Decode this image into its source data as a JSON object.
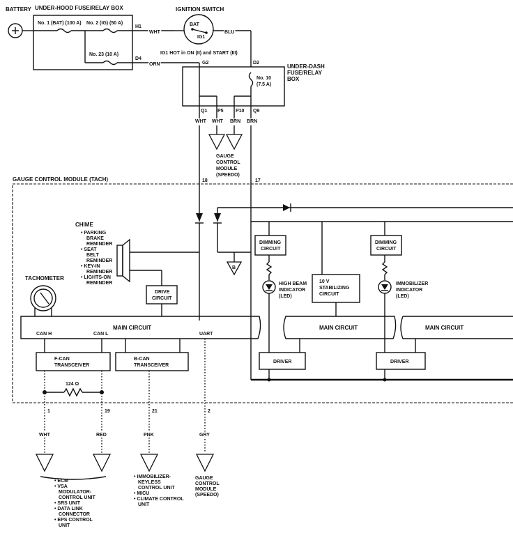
{
  "battery": "BATTERY",
  "underhood_box": "UNDER-HOOD FUSE/RELAY BOX",
  "fuse_bat": "No. 1 (BAT) (100 A)",
  "fuse_ig": "No. 2 (IG) (50 A)",
  "fuse_23": "No. 23 (10 A)",
  "h1": "H1",
  "d4": "D4",
  "wht": "WHT",
  "orn": "ORN",
  "blu": "BLU",
  "ignition_switch": "IGNITION SWITCH",
  "bat": "BAT",
  "ig1": "IG1",
  "ig1_note": "IG1 HOT in ON (II) and START (III)",
  "g2": "G2",
  "d2": "D2",
  "underdash_box": [
    "UNDER-DASH",
    "FUSE/RELAY",
    "BOX"
  ],
  "fuse_10": [
    "No. 10",
    "(7.5 A)"
  ],
  "pins": [
    "Q1",
    "P5",
    "P10",
    "Q9"
  ],
  "pin_colors": [
    "WHT",
    "WHT",
    "BRN",
    "BRN"
  ],
  "gauge_speedo": [
    "GAUGE",
    "CONTROL",
    "MODULE",
    "(SPEEDO)"
  ],
  "gauge_tach": "GAUGE CONTROL MODULE (TACH)",
  "pin18": "18",
  "pin17": "17",
  "chime": "CHIME",
  "chime_items": [
    "• PARKING",
    "BRAKE",
    "REMINDER",
    "• SEAT",
    "BELT",
    "REMINDER",
    "• KEY-IN",
    "REMINDER",
    "• LIGHTS-ON",
    "REMINDER"
  ],
  "b_ref": "B",
  "tachometer": "TACHOMETER",
  "drive_circuit": [
    "DRIVE",
    "CIRCUIT"
  ],
  "main_circuit": "MAIN CIRCUIT",
  "can_h": "CAN H",
  "can_l": "CAN L",
  "uart": "UART",
  "fcan": [
    "F-CAN",
    "TRANSCEIVER"
  ],
  "bcan": [
    "B-CAN",
    "TRANSCEIVER"
  ],
  "resistor": "124 Ω",
  "dimming": [
    "DIMMING",
    "CIRCUIT"
  ],
  "high_beam": [
    "HIGH BEAM",
    "INDICATOR",
    "(LED)"
  ],
  "stabilizing": [
    "10 V",
    "STABILIZING",
    "CIRCUIT"
  ],
  "immobilizer_ind": [
    "IMMOBILIZER",
    "INDICATOR",
    "(LED)"
  ],
  "driver": "DRIVER",
  "bottom_pins": [
    "1",
    "19",
    "21",
    "2"
  ],
  "bottom_colors": [
    "WHT",
    "RED",
    "PNK",
    "GRY"
  ],
  "ecm_list": [
    "• ECM",
    "• VSA",
    "MODULATOR-",
    "CONTROL UNIT",
    "• SRS UNIT",
    "• DATA LINK",
    "CONNECTOR",
    "• EPS CONTROL",
    "UNIT"
  ],
  "immob_list": [
    "• IMMOBILIZER-",
    "KEYLESS",
    "CONTROL UNIT",
    "• MICU",
    "• CLIMATE CONTROL",
    "UNIT"
  ],
  "gauge_speedo2": [
    "GAUGE",
    "CONTROL",
    "MODULE",
    "(SPEEDO)"
  ]
}
